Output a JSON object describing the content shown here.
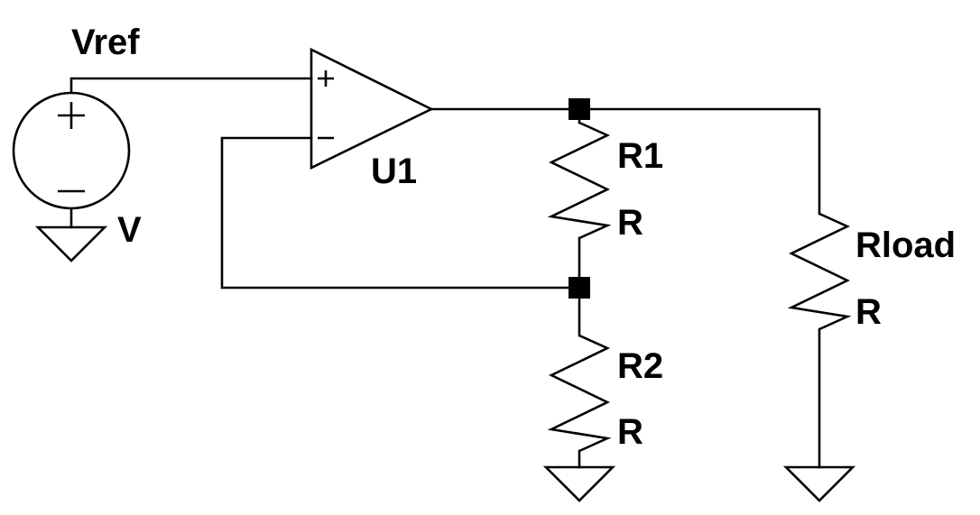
{
  "labels": {
    "vref_net": "Vref",
    "v_source_value": "V",
    "opamp_name": "U1",
    "r1_name": "R1",
    "r1_value": "R",
    "r2_name": "R2",
    "r2_value": "R",
    "rload_name": "Rload",
    "rload_value": "R"
  },
  "colors": {
    "background": "#ffffff",
    "stroke": "#000000"
  }
}
